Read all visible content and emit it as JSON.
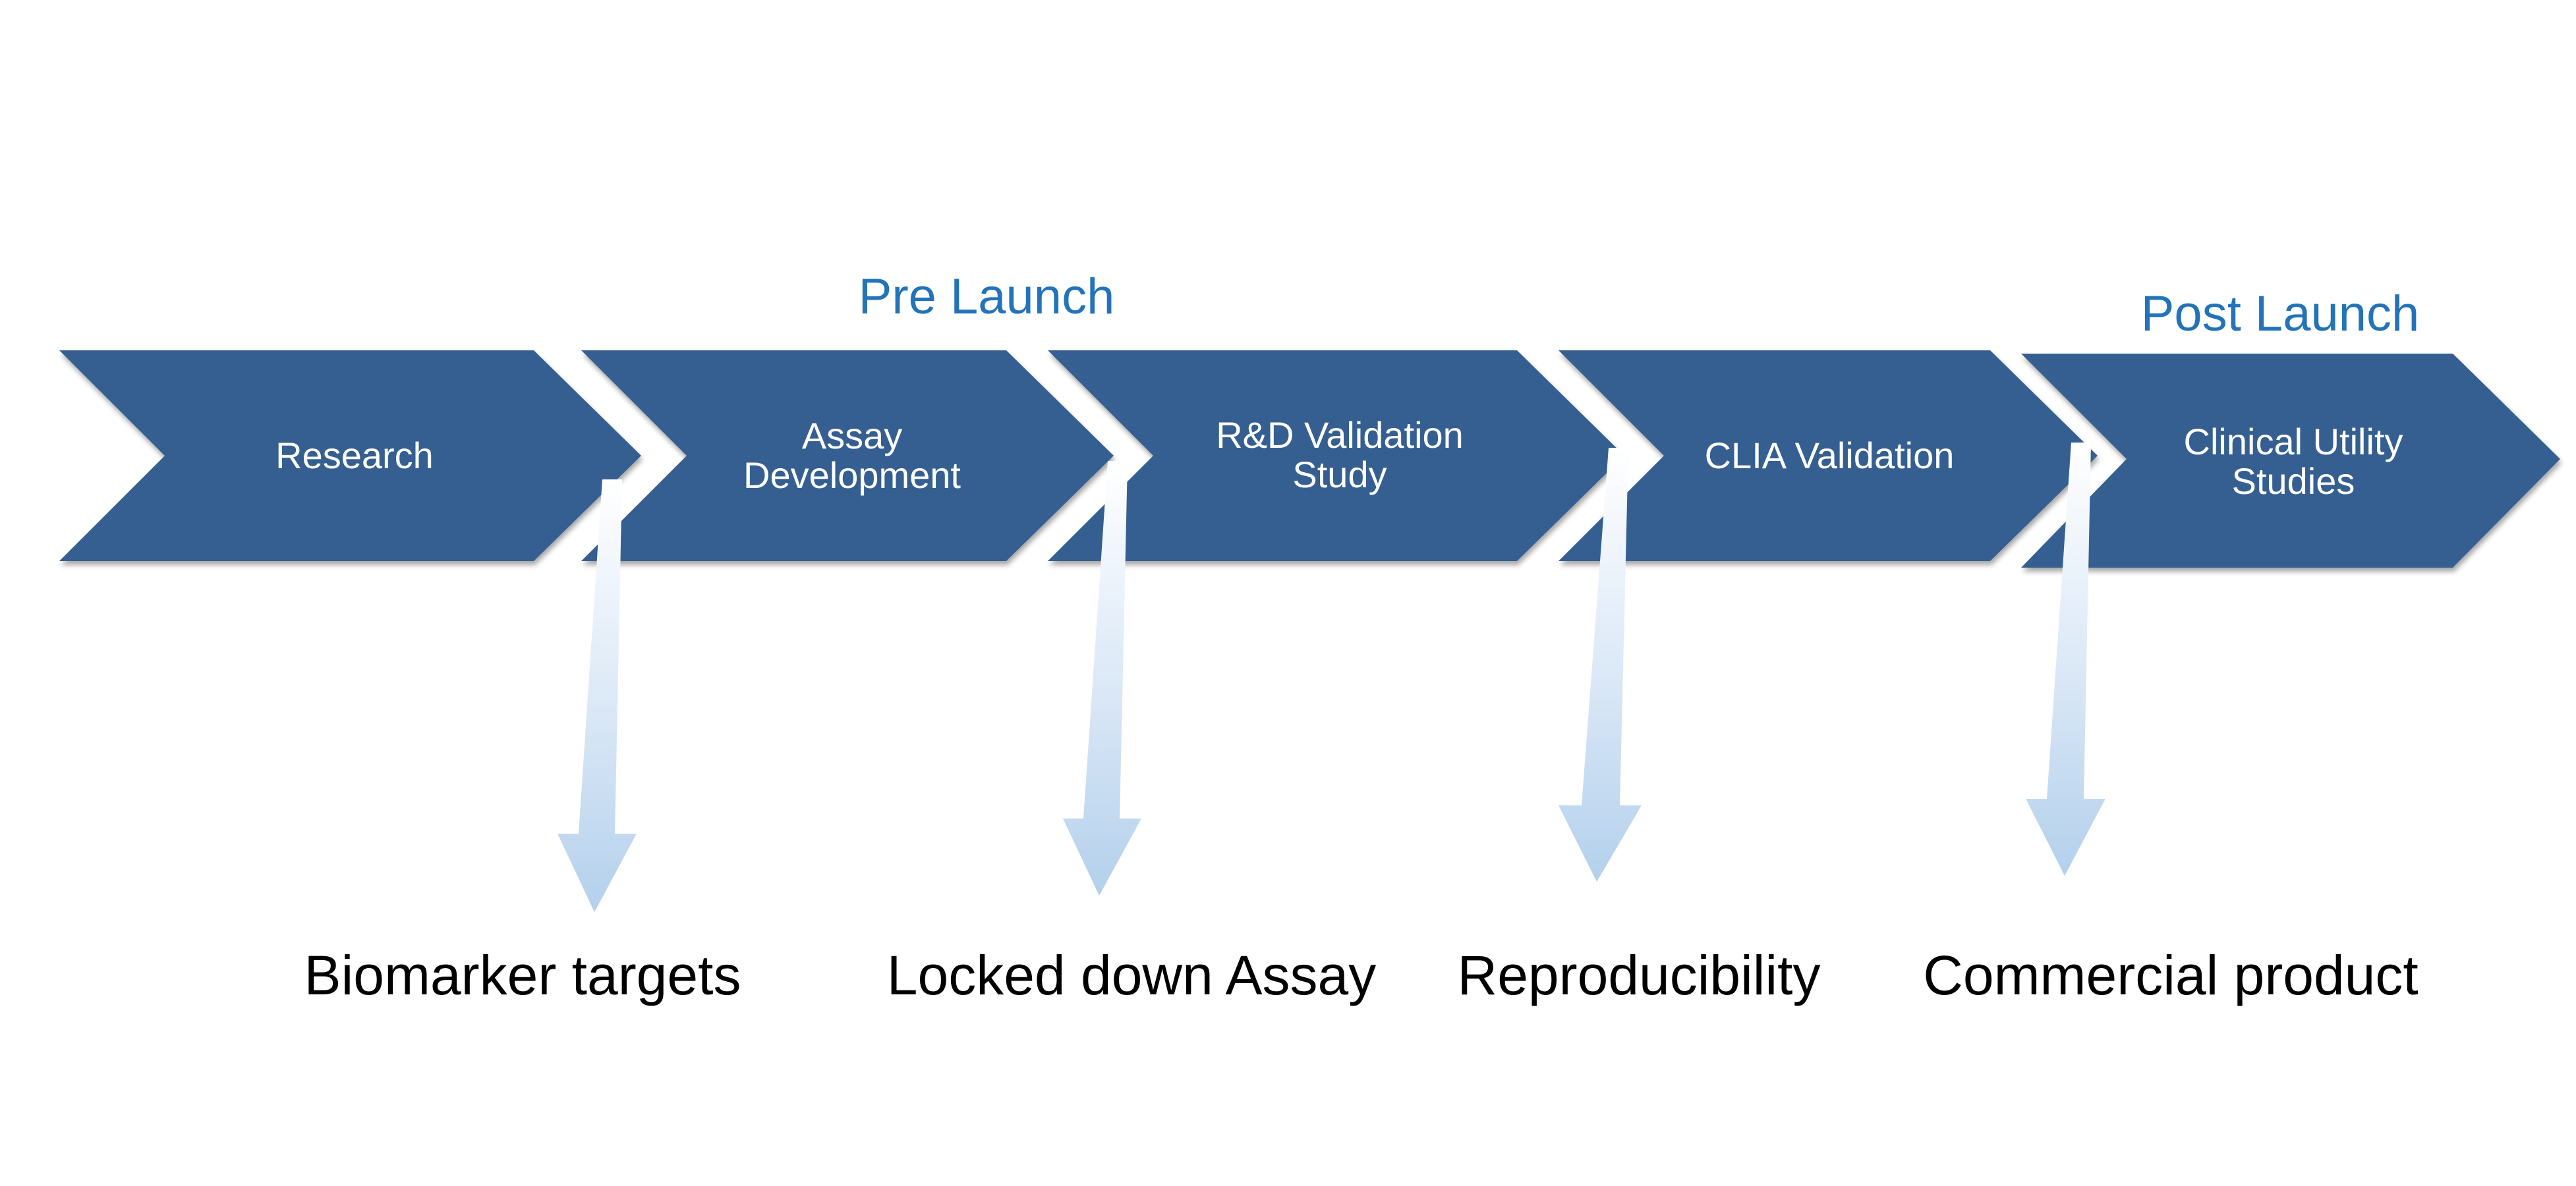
{
  "phases": {
    "pre_launch": "Pre Launch",
    "post_launch": "Post Launch"
  },
  "steps": [
    {
      "lines": [
        "Research"
      ]
    },
    {
      "lines": [
        "Assay",
        "Development"
      ]
    },
    {
      "lines": [
        "R&D Validation",
        "Study"
      ]
    },
    {
      "lines": [
        "CLIA Validation"
      ]
    },
    {
      "lines": [
        "Clinical Utility",
        "Studies"
      ]
    }
  ],
  "outcomes": [
    "Biomarker targets",
    "Locked down Assay",
    "Reproducibility",
    "Commercial product"
  ],
  "colors": {
    "chevron_fill": "#365F91",
    "phase_label": "#2273B9",
    "arrow_light": "#EEF4FB",
    "arrow_dark": "#B7D3EE"
  }
}
